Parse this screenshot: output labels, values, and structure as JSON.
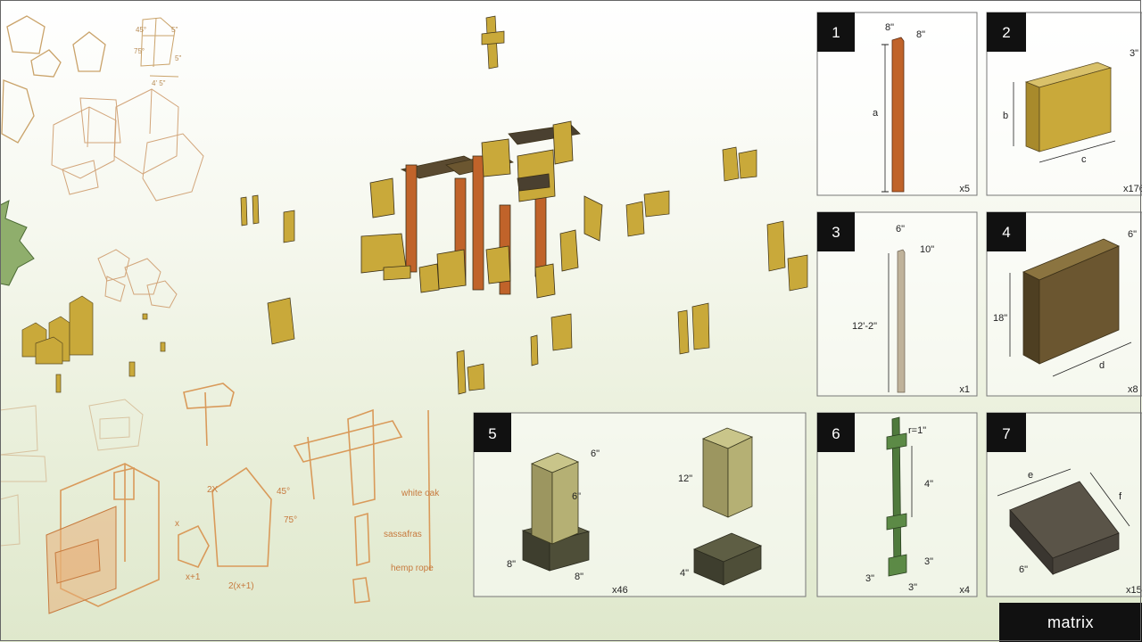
{
  "title": "matrix",
  "sketch_annotations": [
    "white oak",
    "sassafras",
    "hemp rope",
    "2X",
    "45°",
    "75°",
    "x",
    "x+1",
    "2(x+1)"
  ],
  "panels": [
    {
      "number": "1",
      "quantity": "x5",
      "dims": [
        "8\"",
        "8\"",
        "a"
      ]
    },
    {
      "number": "2",
      "quantity": "x176",
      "dims": [
        "3\"",
        "b",
        "c"
      ]
    },
    {
      "number": "3",
      "quantity": "x1",
      "dims": [
        "6\"",
        "10\"",
        "12'-2\""
      ]
    },
    {
      "number": "4",
      "quantity": "x8",
      "dims": [
        "6\"",
        "18\"",
        "d"
      ]
    },
    {
      "number": "5",
      "quantity": "x46",
      "dims": [
        "6\"",
        "6\"",
        "8\"",
        "8\"",
        "12\"",
        "4\""
      ]
    },
    {
      "number": "6",
      "quantity": "x4",
      "dims": [
        "r=1\"",
        "4\"",
        "3\"",
        "3\"",
        "3\""
      ]
    },
    {
      "number": "7",
      "quantity": "x15",
      "dims": [
        "e",
        "f",
        "6\""
      ]
    }
  ],
  "colors": {
    "wood_yellow": "#c9a93a",
    "wood_dark": "#6b5630",
    "post_orange": "#c0632a",
    "post_tan": "#bfb29a",
    "peg_green": "#4f7a3c",
    "sketch_orange": "#d99a5a",
    "sketch_tan": "#caa36a"
  }
}
